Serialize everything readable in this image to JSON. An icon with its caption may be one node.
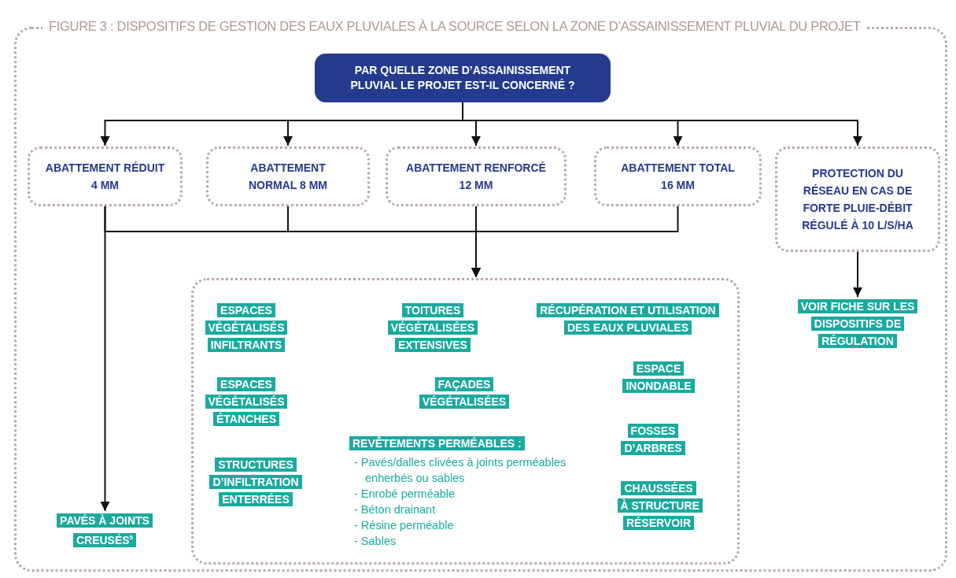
{
  "diagram": {
    "title": "FIGURE 3 : DISPOSITIFS DE GESTION DES EAUX PLUVIALES À LA SOURCE SELON LA ZONE D’ASSAINISSEMENT PLUVIAL DU PROJET",
    "nodes": [
      {
        "text": [
          "PAR QUELLE ZONE D’ASSAINISSEMENT PLUVIAL LE PROJET EST-IL CONCERNÉ ?"
        ]
      },
      {
        "text": [
          "ABATTEMENT RÉDUIT 4 MM"
        ]
      },
      {
        "text": [
          "ABATTEMENT NORMAL 8 MM"
        ]
      },
      {
        "text": [
          "ABATTEMENT RENFORCÉ 12 MM"
        ]
      },
      {
        "text": [
          "ABATTEMENT TOTAL 16 MM"
        ]
      },
      {
        "text": [
          "PROTECTION DU RÉSEAU EN CAS DE FORTE PLUIE-DÉBIT RÉGULÉ À 10 L/S/HA"
        ]
      },
      {
        "text": [],
        "shape": "box"
      },
      {
        "text": [
          "ESPACES VÉGÉTALISÉS INFILTRANTS"
        ],
        "in": 6
      },
      {
        "text": [
          "TOITURES VÉGÉTALISÉES EXTENSIVES"
        ],
        "in": 6
      },
      {
        "text": [
          "RÉCUPÉRATION ET UTILISATION DES EAUX PLUVIALES"
        ],
        "in": 6
      },
      {
        "text": [
          "ESPACES VÉGÉTALISÉS ÉTANCHES"
        ],
        "in": 6
      },
      {
        "text": [
          "FAÇADES VÉGÉTALISÉES"
        ],
        "in": 6
      },
      {
        "text": [
          "ESPACE INONDABLE"
        ],
        "in": 6
      },
      {
        "text": [
          "REVÊTEMENTS PERMÉABLES :"
        ],
        "in": 6
      },
      {
        "text": [
          "FOSSES D’ARBRES"
        ],
        "in": 6
      },
      {
        "text": [
          "STRUCTURES D’INFILTRATION ENTERRÉES"
        ],
        "in": 6
      },
      {
        "text": [
          "CHAUSSÉES À STRUCTURE RÉSERVOIR"
        ],
        "in": 6
      },
      {
        "text": [
          "PAVÉS À JOINTS CREUSÉS$^{5}$"
        ]
      },
      {
        "text": [
          "VOIR FICHE SUR LES DISPOSITIFS DE RÉGULATION"
        ]
      }
    ],
    "edges": [
      {
        "from": 0,
        "to": 1,
        "arrow": "to"
      },
      {
        "from": 0,
        "to": 2,
        "arrow": "to"
      },
      {
        "from": 0,
        "to": 3,
        "arrow": "to"
      },
      {
        "from": 0,
        "to": 4,
        "arrow": "to"
      },
      {
        "from": 0,
        "to": 5,
        "arrow": "to"
      },
      {
        "from": 1,
        "to": 6,
        "arrow": "to"
      },
      {
        "from": 2,
        "to": 6,
        "arrow": "to"
      },
      {
        "from": 3,
        "to": 6,
        "arrow": "to"
      },
      {
        "from": 4,
        "to": 6,
        "arrow": "to"
      },
      {
        "from": 1,
        "to": 17,
        "arrow": "to"
      },
      {
        "from": 5,
        "to": 18,
        "arrow": "to"
      }
    ],
    "labels": [
      "- Pavés/dalles clivées à joints perméables enherbés ou sables",
      "- Enrobé perméable",
      "- Béton drainant",
      "- Résine perméable",
      "- Sables"
    ]
  }
}
